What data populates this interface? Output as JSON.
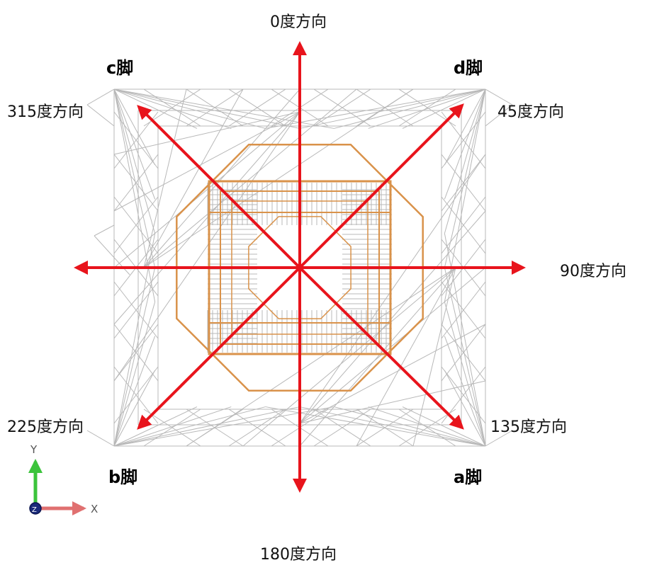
{
  "directions": {
    "d0": "0度方向",
    "d45": "45度方向",
    "d90": "90度方向",
    "d135": "135度方向",
    "d180": "180度方向",
    "d225": "225度方向",
    "d315": "315度方向"
  },
  "legs": {
    "a": "a脚",
    "b": "b脚",
    "c": "c脚",
    "d": "d脚"
  },
  "axes": {
    "x": "X",
    "y": "Y",
    "z": "Z"
  },
  "colors": {
    "arrow": "#e8141c",
    "wireframe": "#b8b8b8",
    "structure": "#d9924a",
    "y_axis": "#3cc43c",
    "x_axis": "#e07070",
    "z_axis": "#1a2a7a"
  }
}
